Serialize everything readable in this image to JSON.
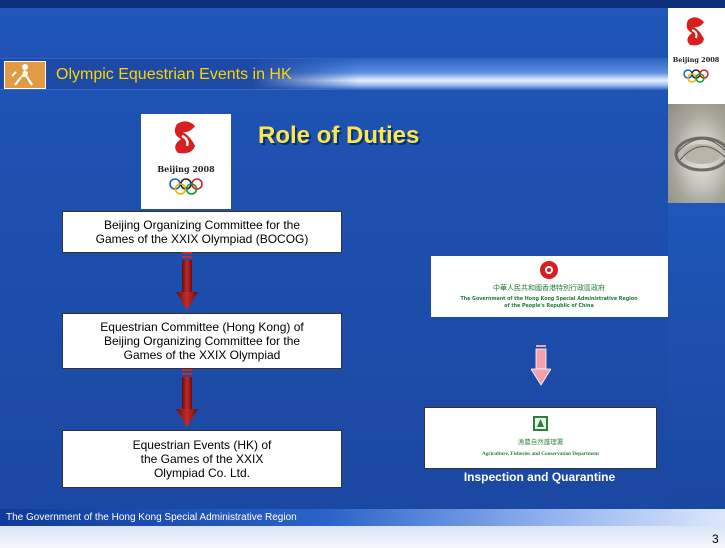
{
  "header": {
    "title": "Olympic Equestrian Events in HK"
  },
  "slide": {
    "title": "Role of Duties",
    "page_number": "3"
  },
  "boxes": [
    {
      "lines": [
        "Beijing Organizing Committee for the",
        "Games of the XXIX Olympiad (BOCOG)"
      ]
    },
    {
      "lines": [
        "Equestrian Committee (Hong Kong) of",
        "Beijing Organizing Committee for the",
        "Games of the XXIX Olympiad"
      ]
    },
    {
      "lines": [
        "Equestrian Events (HK) of",
        "the Games of the XXIX",
        "Olympiad Co. Ltd."
      ]
    }
  ],
  "hk_government_logo": {
    "chinese": "中華人民共和國香港特別行政區政府",
    "english_1": "The Government of the Hong Kong Special Administrative Region",
    "english_2": "of the People's Republic of China"
  },
  "afcd_logo": {
    "chinese": "漁農自然護理署",
    "english": "Agriculture, Fisheries and Conservation Department"
  },
  "inspection_label": "Inspection and Quarantine",
  "footer": {
    "text": "The Government of the Hong Kong Special Administrative Region"
  },
  "logo_text": {
    "beijing": "Beijing 2008"
  },
  "colors": {
    "background": "#1f56b8",
    "title": "#ffe54a",
    "header_title": "#ffd400",
    "arrow_red": "#a01818",
    "arrow_pink": "#f3a2ad"
  },
  "icons": {
    "rider": "equestrian-rider-icon",
    "beijing_logo": "beijing-2008-olympic-emblem",
    "hk_emblem": "hk-bauhinia-emblem",
    "afcd_emblem": "afcd-emblem"
  }
}
